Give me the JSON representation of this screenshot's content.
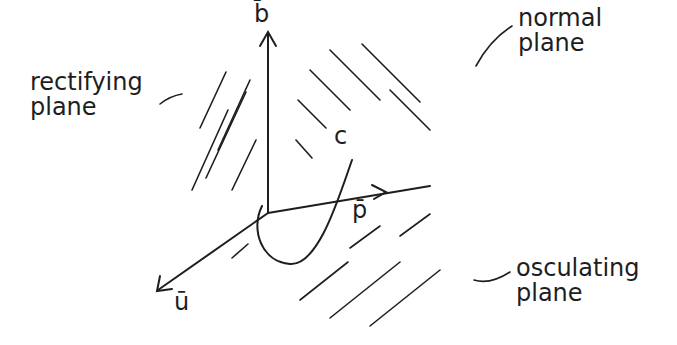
{
  "diagram": {
    "labels": [
      "b̄",
      "p̄",
      "ū",
      "c",
      "rectifying plane",
      "normal plane",
      "osculating plane"
    ]
  }
}
